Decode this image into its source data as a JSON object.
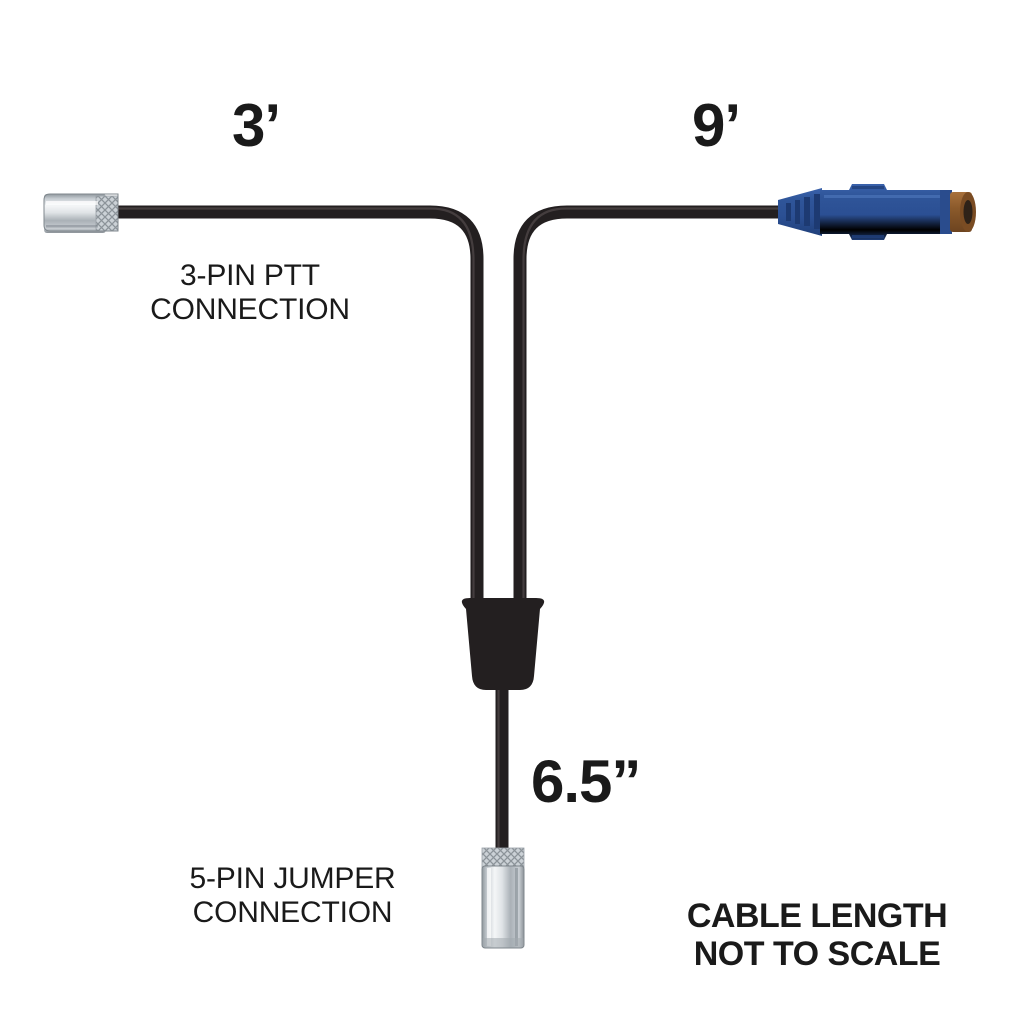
{
  "diagram": {
    "title": "Y-split cable assembly diagram",
    "background_color": "#ffffff",
    "cable_color": "#231f20",
    "labels": {
      "length_left": "3’",
      "length_right": "9’",
      "length_bottom": "6.5”",
      "connector_left": "3-PIN PTT\nCONNECTION",
      "connector_bottom": "5-PIN JUMPER\nCONNECTION",
      "scale_note": "CABLE LENGTH\nNOT TO SCALE"
    },
    "connectors": [
      {
        "id": "ptt-connector",
        "name": "3-PIN PTT CONNECTION",
        "style": "chrome-barrel-horizontal",
        "orientation": "horizontal",
        "body_color": "#b9bfc4",
        "highlight_color": "#f2f4f5",
        "knurl_color": "#cfd4d8",
        "branch_length": "3’"
      },
      {
        "id": "radio-connector",
        "name": "Blue radio connector",
        "style": "blue-strain-relief",
        "orientation": "horizontal",
        "body_color": "#2b4f93",
        "rib_color": "#1d3a72",
        "tip_ring_color": "#8b5a2b",
        "tip_bore_color": "#2e2218",
        "branch_length": "9’"
      },
      {
        "id": "jumper-connector",
        "name": "5-PIN JUMPER CONNECTION",
        "style": "chrome-barrel-vertical",
        "orientation": "vertical",
        "body_color": "#b9bfc4",
        "highlight_color": "#f2f4f5",
        "knurl_color": "#cfd4d8",
        "branch_length": "6.5”"
      }
    ],
    "junction": {
      "id": "splitter-block",
      "name": "Y-splitter junction block",
      "shape": "trapezoid",
      "color": "#231f20"
    }
  }
}
